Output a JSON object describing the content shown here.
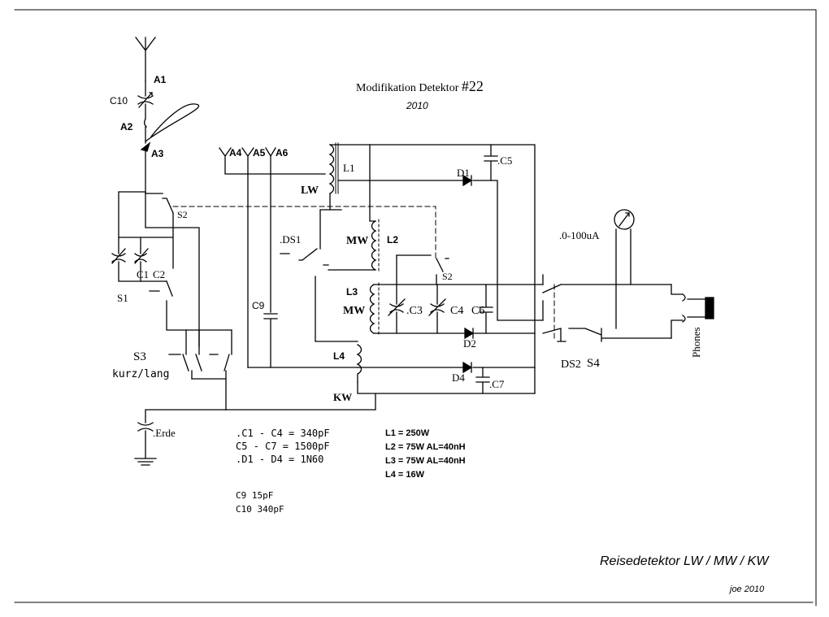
{
  "header": {
    "title": "Modifikation Detektor",
    "number": "#22",
    "year": "2010"
  },
  "labels": {
    "A1": "A1",
    "A2": "A2",
    "A3": "A3",
    "A4": "A4",
    "A5": "A5",
    "A6": "A6",
    "C10": "C10",
    "C1": "C1",
    "C2": "C2",
    "C3": ".C3",
    "C4": "C4",
    "C5": ".C5",
    "C6": "C6",
    "C7": ".C7",
    "C9": "C9",
    "S1": "S1",
    "S2_top": "S2",
    "S2_mid": "S2",
    "DS1": ".DS1",
    "DS2": "DS2",
    "S3": "S3",
    "S3_sub": "kurz/lang",
    "S4": "S4",
    "L1": "L1",
    "L2": "L2",
    "L3": "L3",
    "L4": "L4",
    "LW": "LW",
    "MW_L2": "MW",
    "MW_L3": "MW",
    "KW": "KW",
    "D1": "D1",
    "D2": "D2",
    "D4": "D4",
    "meter": ".0-100uA",
    "phones": "Phones",
    "erde": ".Erde"
  },
  "parts_list": {
    "caps_diodes": [
      ".C1  -  C4  =  340pF",
      "C5  -  C7  =  1500pF",
      ".D1  -  D4  =  1N60"
    ],
    "extra_caps": [
      "C9    15pF",
      "C10   340pF"
    ],
    "coils": [
      "L1  =  250W",
      "L2  = 75W AL=40nH",
      "L3  = 75W AL=40nH",
      "L4  =  16W"
    ]
  },
  "footer": {
    "caption": "Reisedetektor LW / MW / KW",
    "author": "joe   2010"
  }
}
